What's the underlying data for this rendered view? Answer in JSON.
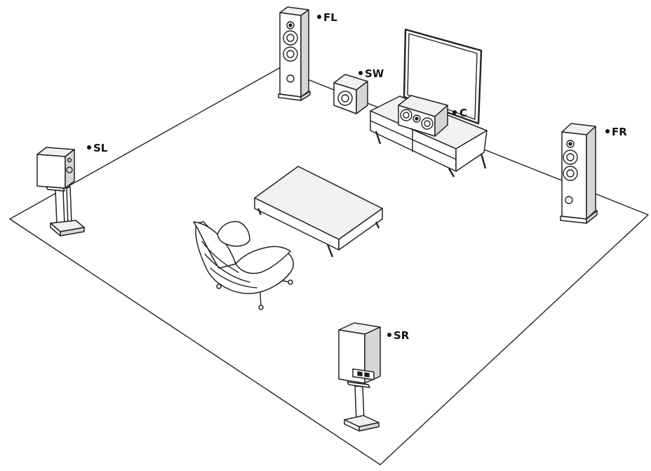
{
  "labels": {
    "fl": "FL",
    "sw": "SW",
    "c": "C",
    "fr": "FR",
    "sl": "SL",
    "sr": "SR"
  },
  "icons": {
    "bullet": "dot-icon"
  },
  "colors": {
    "line": "#222222",
    "background": "#ffffff"
  }
}
